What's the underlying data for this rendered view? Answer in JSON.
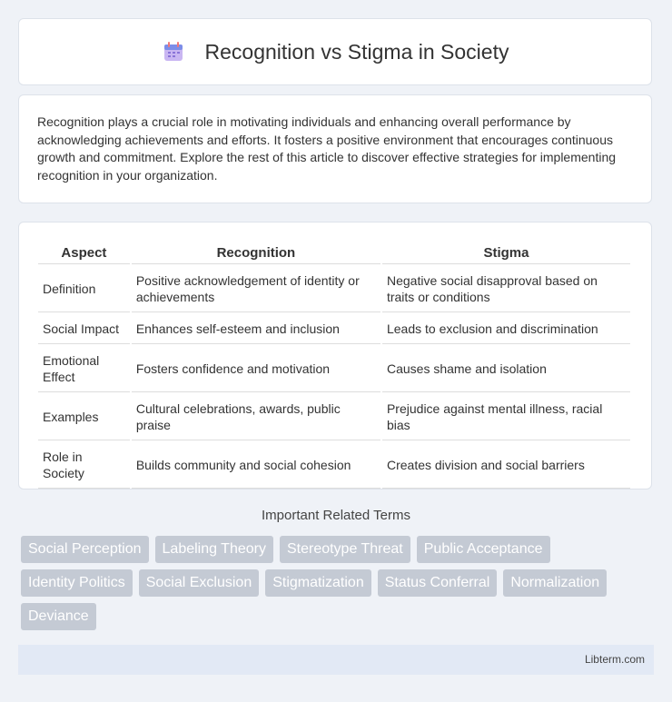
{
  "header": {
    "title": "Recognition vs Stigma in Society",
    "icon": "calendar-icon"
  },
  "intro": {
    "text": "Recognition plays a crucial role in motivating individuals and enhancing overall performance by acknowledging achievements and efforts. It fosters a positive environment that encourages continuous growth and commitment. Explore the rest of this article to discover effective strategies for implementing recognition in your organization."
  },
  "table": {
    "headers": [
      "Aspect",
      "Recognition",
      "Stigma"
    ],
    "rows": [
      [
        "Definition",
        "Positive acknowledgement of identity or achievements",
        "Negative social disapproval based on traits or conditions"
      ],
      [
        "Social Impact",
        "Enhances self-esteem and inclusion",
        "Leads to exclusion and discrimination"
      ],
      [
        "Emotional Effect",
        "Fosters confidence and motivation",
        "Causes shame and isolation"
      ],
      [
        "Examples",
        "Cultural celebrations, awards, public praise",
        "Prejudice against mental illness, racial bias"
      ],
      [
        "Role in Society",
        "Builds community and social cohesion",
        "Creates division and social barriers"
      ]
    ]
  },
  "related": {
    "title": "Important Related Terms",
    "tags": [
      "Social Perception",
      "Labeling Theory",
      "Stereotype Threat",
      "Public Acceptance",
      "Identity Politics",
      "Social Exclusion",
      "Stigmatization",
      "Status Conferral",
      "Normalization",
      "Deviance"
    ]
  },
  "footer": {
    "text": "Libterm.com"
  },
  "colors": {
    "background": "#eff2f7",
    "tag_bg": "#c4cad4",
    "footer_bg": "#e2e9f5"
  }
}
